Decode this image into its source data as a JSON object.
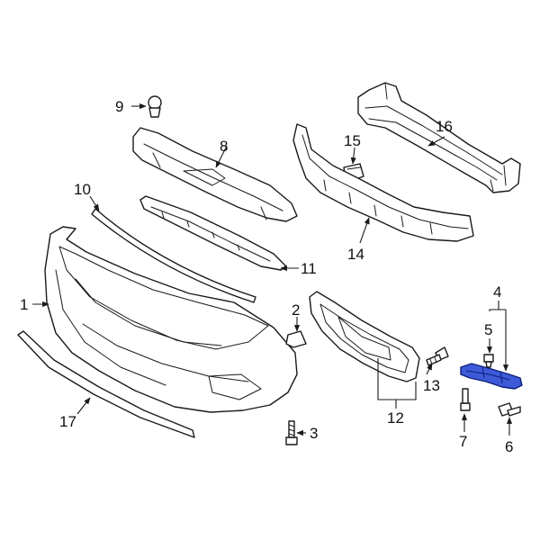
{
  "callouts": {
    "c1": "1",
    "c2": "2",
    "c3": "3",
    "c4": "4",
    "c5": "5",
    "c6": "6",
    "c7": "7",
    "c8": "8",
    "c9": "9",
    "c10": "10",
    "c11": "11",
    "c12": "12",
    "c13": "13",
    "c14": "14",
    "c15": "15",
    "c16": "16",
    "c17": "17"
  },
  "colors": {
    "highlight": "#3d5bd8",
    "line": "#1a1a1a",
    "background": "#ffffff"
  }
}
